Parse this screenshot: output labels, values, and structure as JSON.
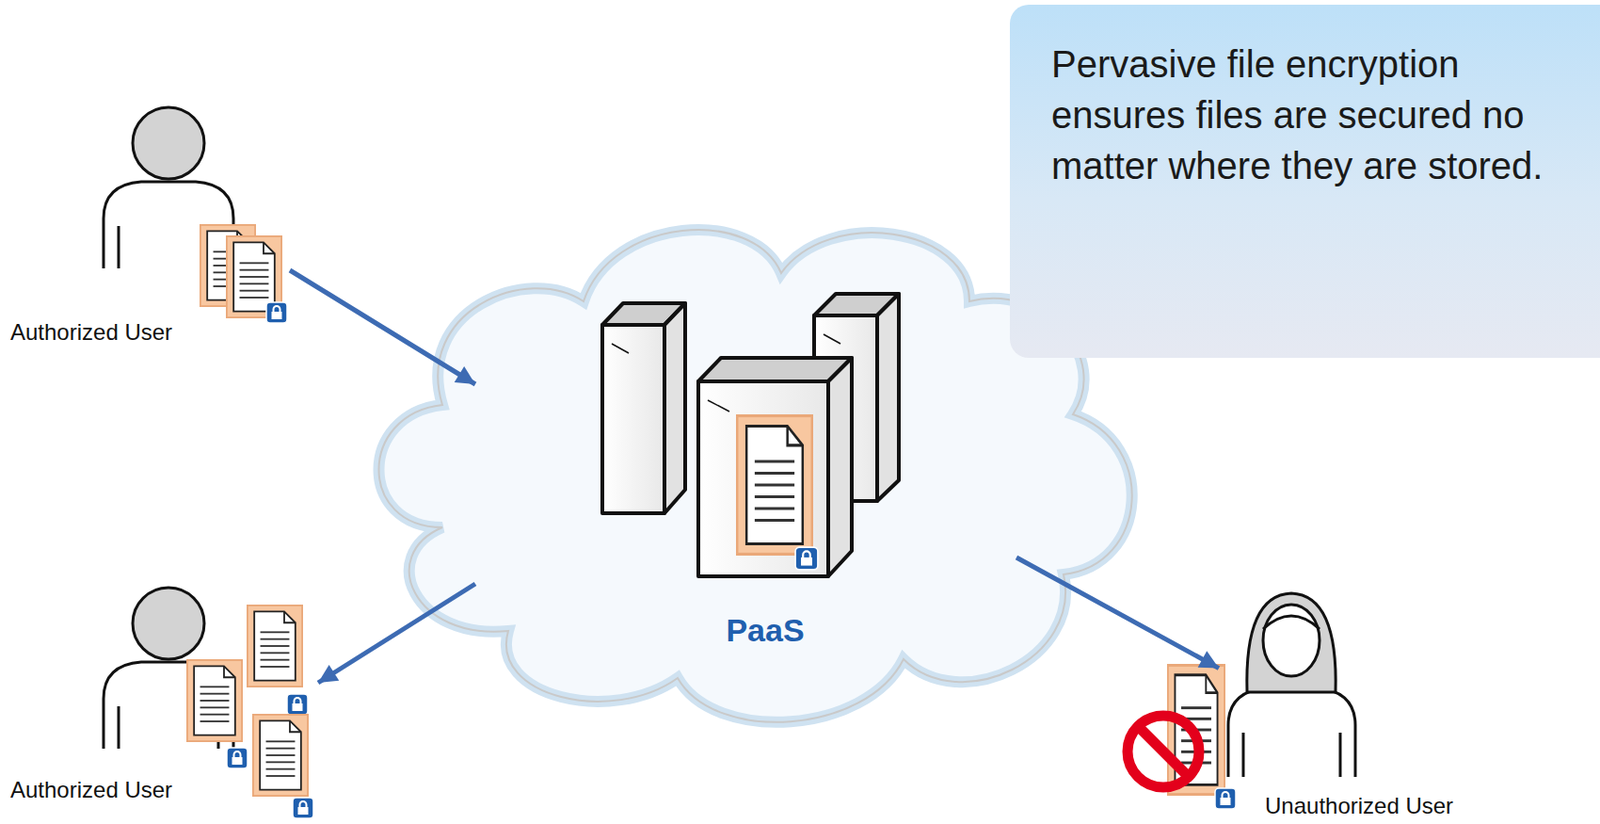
{
  "diagram": {
    "nodes": [
      {
        "text": [
          "Authorized User"
        ]
      },
      {
        "text": [
          "Pervasive file encryption ensures files are secured no matter where they are stored."
        ]
      },
      {
        "text": [
          "PaaS"
        ]
      },
      {
        "text": [
          "Authorized User"
        ]
      },
      {
        "text": [
          "Unauthorized User"
        ]
      }
    ],
    "edges": [
      {
        "from": 0,
        "to": 2,
        "arrow": "to"
      },
      {
        "from": 2,
        "to": 3,
        "arrow": "to"
      },
      {
        "from": 2,
        "to": 4,
        "arrow": "to"
      }
    ]
  }
}
